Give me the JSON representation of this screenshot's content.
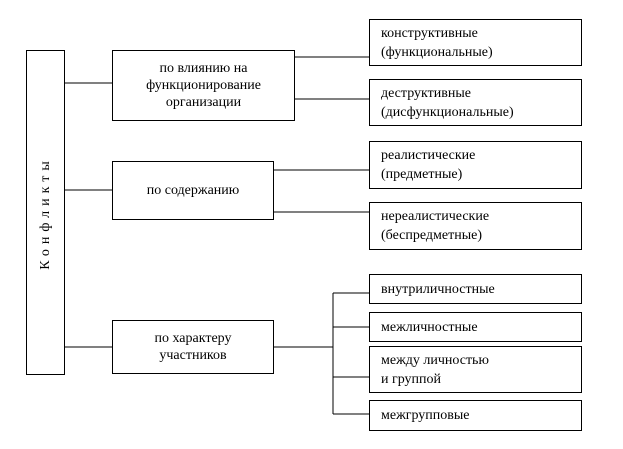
{
  "root": {
    "label": "Конфликты"
  },
  "groups": [
    {
      "label": "по влиянию на\nфункционирование\nорганизации",
      "items": [
        "конструктивные\n(функциональные)",
        "деструктивные\n(дисфункциональные)"
      ]
    },
    {
      "label": "по содержанию",
      "items": [
        "реалистические\n(предметные)",
        "нереалистические\n(беспредметные)"
      ]
    },
    {
      "label": "по характеру\nучастников",
      "items": [
        "внутриличностные",
        "межличностные",
        "между личностью\nи группой",
        "межгрупповые"
      ]
    }
  ]
}
